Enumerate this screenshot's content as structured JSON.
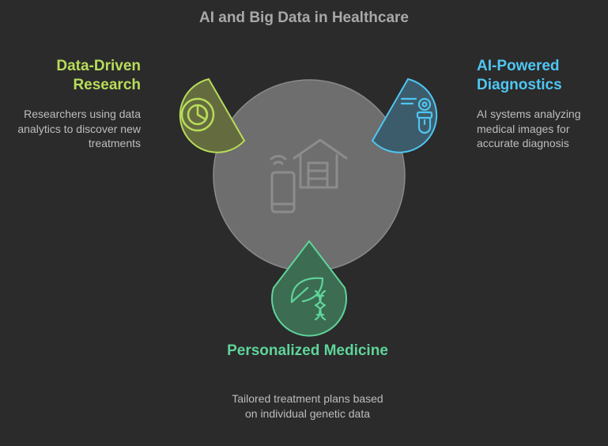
{
  "title": "AI and Big Data in Healthcare",
  "center_icon": "smart-home-device-icon",
  "nodes": [
    {
      "heading": "Data-Driven Research",
      "description": "Researchers using data analytics to discover new treatments",
      "icon": "pie-chart-icon",
      "color": "#b8dc5a"
    },
    {
      "heading": "AI-Powered Diagnostics",
      "description": "AI systems analyzing medical images for accurate diagnosis",
      "icon": "robot-scanner-icon",
      "color": "#4fc6f2"
    },
    {
      "heading": "Personalized Medicine",
      "description": "Tailored treatment plans based on individual genetic data",
      "icon": "leaf-dna-icon",
      "color": "#5fd49a"
    }
  ]
}
